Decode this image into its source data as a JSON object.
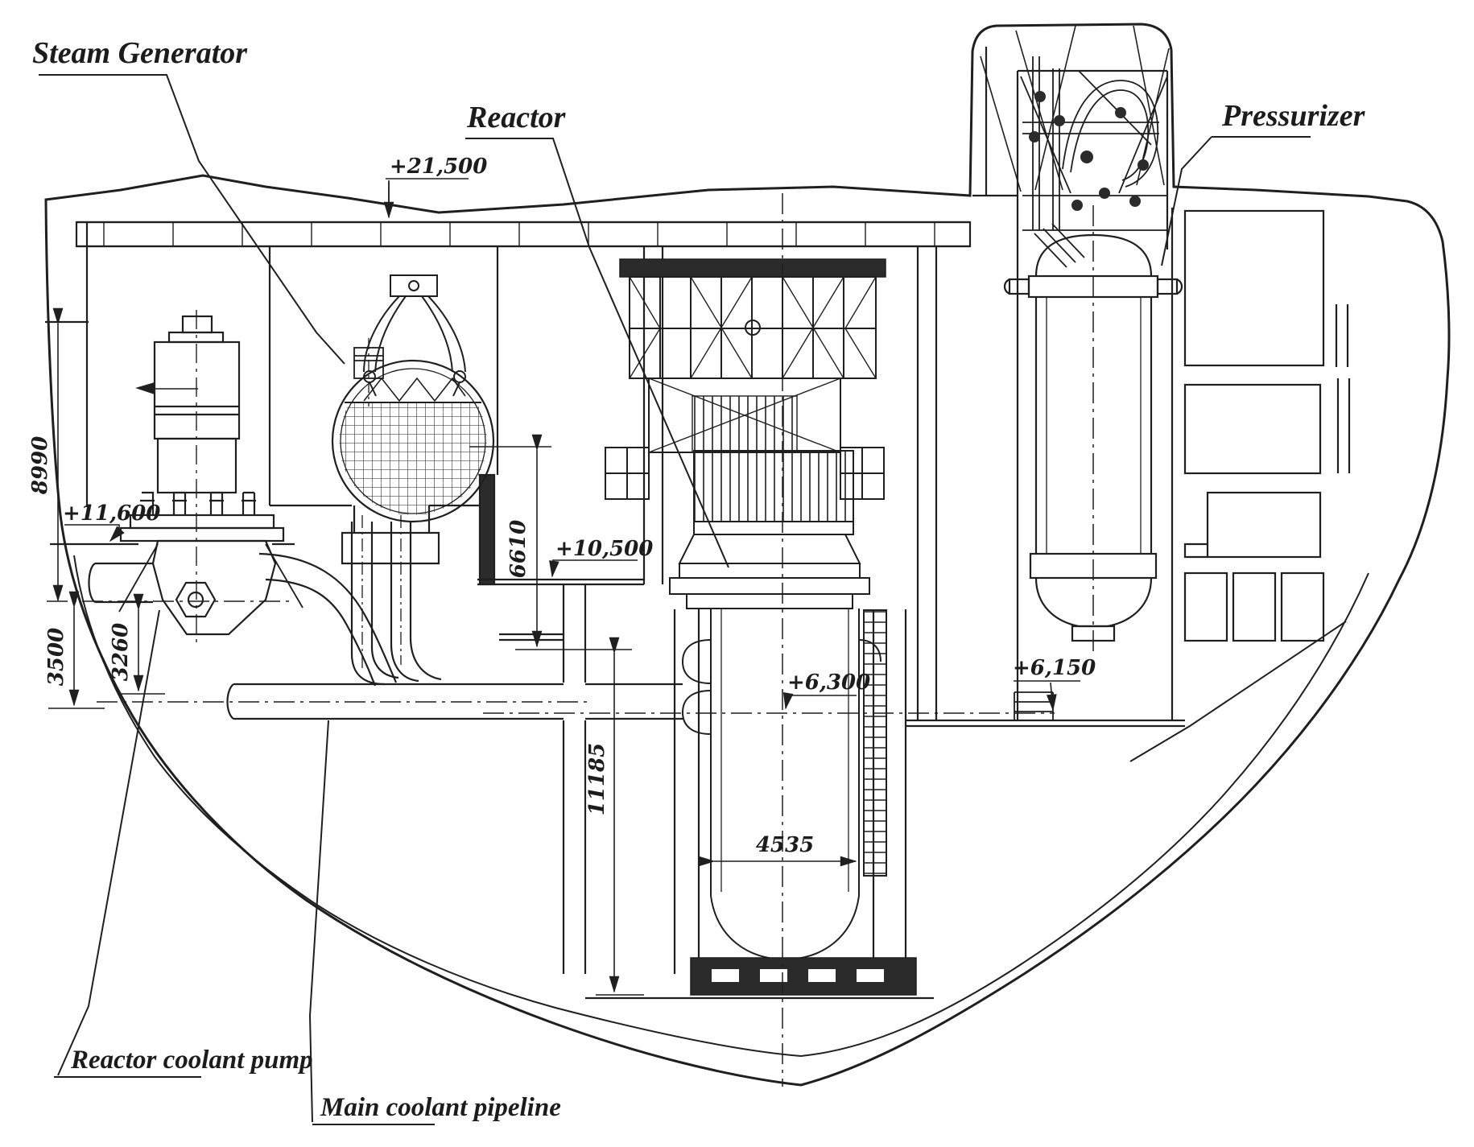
{
  "drawing": {
    "component_labels": {
      "steam_generator": "Steam Generator",
      "reactor": "Reactor",
      "pressurizer": "Pressurizer",
      "reactor_coolant_pump": "Reactor coolant pump",
      "main_coolant_pipeline": "Main coolant pipeline"
    },
    "elevation_marks": {
      "containment_top_slab": "+21,500",
      "pump_support_level": "+11,600",
      "operating_floor": "+10,500",
      "reactor_nozzle_axis": "+6,300",
      "pressurizer_room_floor": "+6,150"
    },
    "dimensions": {
      "pump_overall_height": "8990",
      "axis_to_floor": "3500",
      "axis_to_lower_floor": "3260",
      "sg_top_to_pipe_axis": "6610",
      "reactor_cavity_depth": "11185",
      "reactor_cavity_width": "4535"
    },
    "style": {
      "line_color": "#1f1f1f",
      "background": "#ffffff"
    }
  }
}
